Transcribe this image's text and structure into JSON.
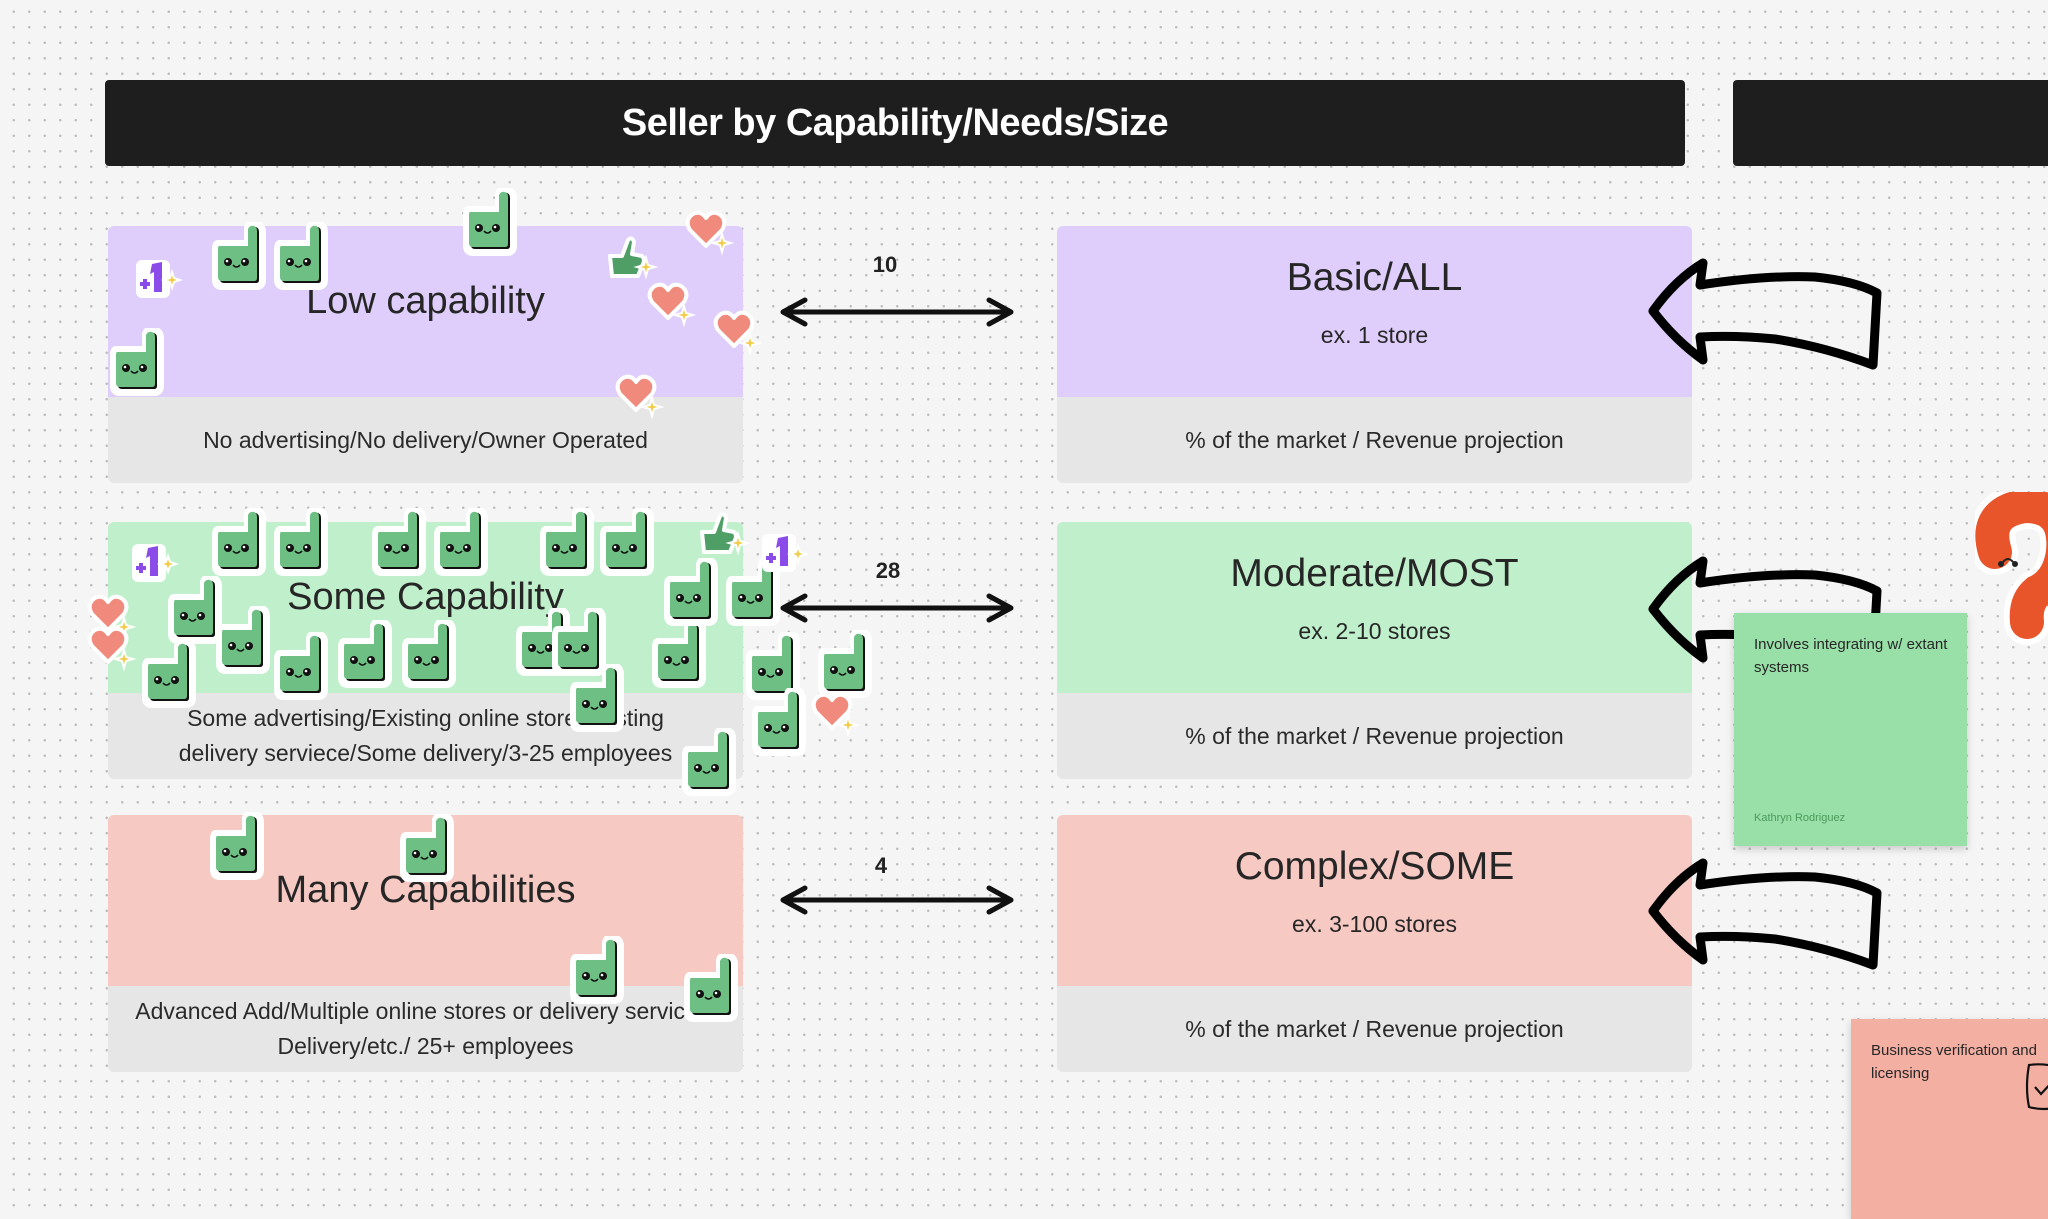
{
  "board": {
    "header_title": "Seller by Capability/Needs/Size"
  },
  "rows": [
    {
      "capability": "Low capability",
      "capability_detail": "No advertising/No delivery/Owner Operated",
      "count": "10",
      "tier": "Basic/ALL",
      "tier_example": "ex. 1 store",
      "tier_detail": "% of the market / Revenue projection",
      "color": "#dfcefb"
    },
    {
      "capability": "Some Capability",
      "capability_detail_line1": "Some advertising/Existing online store/Existing",
      "capability_detail_line2": "delivery serviece/Some delivery/3-25 employees",
      "count": "28",
      "tier": "Moderate/MOST",
      "tier_example": "ex. 2-10 stores",
      "tier_detail": "% of the market / Revenue projection",
      "color": "#c0f0cb"
    },
    {
      "capability": "Many Capabilities",
      "capability_detail_line1": "Advanced Add/Multiple online stores or delivery services/",
      "capability_detail_line2": "Delivery/etc./ 25+ employees",
      "count": "4",
      "tier": "Complex/SOME",
      "tier_example": "ex. 3-100 stores",
      "tier_detail": "% of the market / Revenue projection",
      "color": "#f6c9c3"
    }
  ],
  "sticky_notes": [
    {
      "text": "Involves integrating w/ extant systems",
      "author": "Kathryn Rodriguez",
      "color": "#99dfa8"
    },
    {
      "text_line1": "Business verification and",
      "text_line2": "licensing",
      "color": "#f4afa3"
    }
  ],
  "stickers": {
    "thumbs_up_character": "thumbs-up-face",
    "plus_one": "+1",
    "heart": "heart-sparkle",
    "thumbs_up_plain": "thumbs-up",
    "question_mark": "question-mark-face"
  }
}
